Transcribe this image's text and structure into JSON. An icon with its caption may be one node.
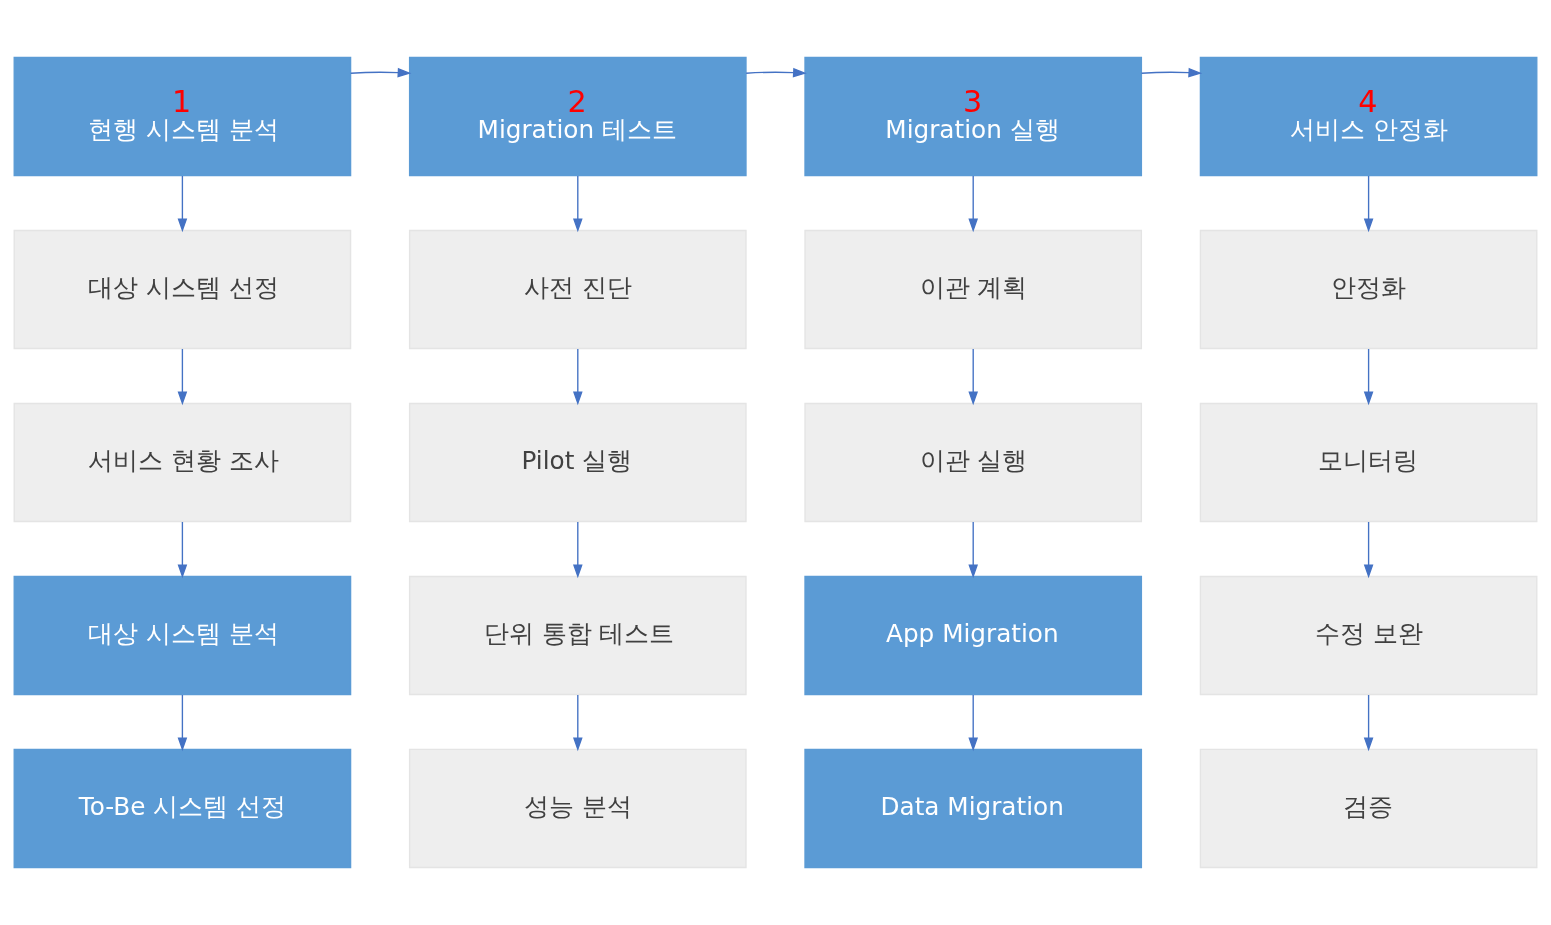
{
  "diagram": {
    "nodes": [
      {
        "text": [
          "1",
          "현행 시스템 분석"
        ]
      },
      {
        "text": [
          "2",
          "Migration 테스트"
        ]
      },
      {
        "text": [
          "3",
          "Migration 실행"
        ]
      },
      {
        "text": [
          "4",
          "서비스 안정화"
        ]
      },
      {
        "text": [
          "대상 시스템 선정"
        ]
      },
      {
        "text": [
          "사전 진단"
        ]
      },
      {
        "text": [
          "이관 계획"
        ]
      },
      {
        "text": [
          "안정화"
        ]
      },
      {
        "text": [
          "서비스 현황 조사"
        ]
      },
      {
        "text": [
          "Pilot 실행"
        ]
      },
      {
        "text": [
          "이관 실행"
        ]
      },
      {
        "text": [
          "모니터링"
        ]
      },
      {
        "text": [
          "대상 시스템 분석"
        ]
      },
      {
        "text": [
          "단위 통합 테스트"
        ]
      },
      {
        "text": [
          "App Migration"
        ]
      },
      {
        "text": [
          "수정 보완"
        ]
      },
      {
        "text": [
          "To-Be 시스템 선정"
        ]
      },
      {
        "text": [
          "성능 분석"
        ]
      },
      {
        "text": [
          "Data Migration"
        ]
      },
      {
        "text": [
          "검증"
        ]
      }
    ],
    "edges": [
      {
        "from": 0,
        "to": 1,
        "arrow": "to"
      },
      {
        "from": 1,
        "to": 2,
        "arrow": "to"
      },
      {
        "from": 2,
        "to": 3,
        "arrow": "to"
      },
      {
        "from": 0,
        "to": 4,
        "arrow": "to"
      },
      {
        "from": 4,
        "to": 8,
        "arrow": "to"
      },
      {
        "from": 8,
        "to": 12,
        "arrow": "to"
      },
      {
        "from": 12,
        "to": 16,
        "arrow": "to"
      },
      {
        "from": 1,
        "to": 5,
        "arrow": "to"
      },
      {
        "from": 5,
        "to": 9,
        "arrow": "to"
      },
      {
        "from": 9,
        "to": 13,
        "arrow": "to"
      },
      {
        "from": 13,
        "to": 17,
        "arrow": "to"
      },
      {
        "from": 2,
        "to": 6,
        "arrow": "to"
      },
      {
        "from": 6,
        "to": 10,
        "arrow": "to"
      },
      {
        "from": 10,
        "to": 14,
        "arrow": "to"
      },
      {
        "from": 14,
        "to": 18,
        "arrow": "to"
      },
      {
        "from": 3,
        "to": 7,
        "arrow": "to"
      },
      {
        "from": 7,
        "to": 11,
        "arrow": "to"
      },
      {
        "from": 11,
        "to": 15,
        "arrow": "to"
      },
      {
        "from": 15,
        "to": 19,
        "arrow": "to"
      }
    ]
  }
}
